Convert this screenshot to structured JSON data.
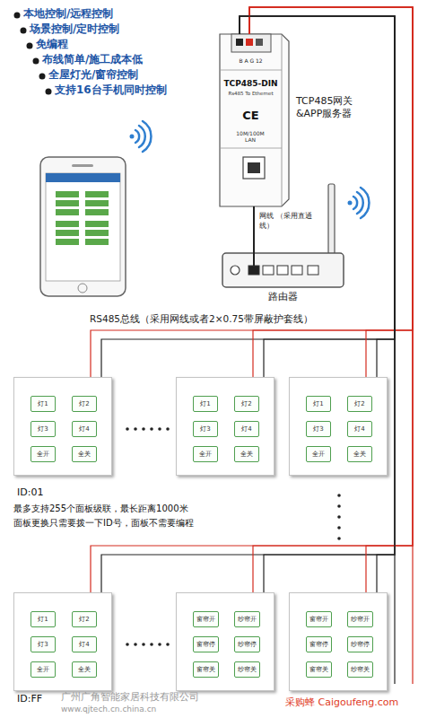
{
  "diagram": {
    "nodes": [
      {
        "text": [
          "B A G 12",
          "TCP485-DIN",
          "Rs485 To Ethernet",
          "CE",
          "10M/100M LAN",
          "TCP485网关 &APP服务器"
        ]
      },
      {
        "text": [
          "路由器"
        ]
      },
      {
        "text": [
          "ID:01"
        ]
      },
      {
        "text": [
          "灯1"
        ],
        "in": 2
      },
      {
        "text": [
          "灯2"
        ],
        "in": 2
      },
      {
        "text": [
          "灯3"
        ],
        "in": 2
      },
      {
        "text": [
          "灯4"
        ],
        "in": 2
      },
      {
        "text": [
          "全开"
        ],
        "in": 2
      },
      {
        "text": [
          "全关"
        ],
        "in": 2
      },
      {
        "text": []
      },
      {
        "text": [
          "灯1"
        ],
        "in": 9
      },
      {
        "text": [
          "灯2"
        ],
        "in": 9
      },
      {
        "text": [
          "灯3"
        ],
        "in": 9
      },
      {
        "text": [
          "灯4"
        ],
        "in": 9
      },
      {
        "text": [
          "全开"
        ],
        "in": 9
      },
      {
        "text": [
          "全关"
        ],
        "in": 9
      },
      {
        "text": []
      },
      {
        "text": [
          "灯1"
        ],
        "in": 16
      },
      {
        "text": [
          "灯2"
        ],
        "in": 16
      },
      {
        "text": [
          "灯3"
        ],
        "in": 16
      },
      {
        "text": [
          "灯4"
        ],
        "in": 16
      },
      {
        "text": [
          "全开"
        ],
        "in": 16
      },
      {
        "text": [
          "全关"
        ],
        "in": 16
      },
      {
        "text": [
          "ID:FF"
        ]
      },
      {
        "text": [
          "灯1"
        ],
        "in": 23
      },
      {
        "text": [
          "灯2"
        ],
        "in": 23
      },
      {
        "text": [
          "灯3"
        ],
        "in": 23
      },
      {
        "text": [
          "灯4"
        ],
        "in": 23
      },
      {
        "text": [
          "全开"
        ],
        "in": 23
      },
      {
        "text": [
          "全关"
        ],
        "in": 23
      },
      {
        "text": []
      },
      {
        "text": [
          "窗帘开"
        ],
        "in": 30
      },
      {
        "text": [
          "纱帘开"
        ],
        "in": 30
      },
      {
        "text": [
          "窗帘停"
        ],
        "in": 30
      },
      {
        "text": [
          "纱帘停"
        ],
        "in": 30
      },
      {
        "text": [
          "窗帘关"
        ],
        "in": 30
      },
      {
        "text": [
          "纱帘关"
        ],
        "in": 30
      },
      {
        "text": []
      },
      {
        "text": [
          "窗帘开"
        ],
        "in": 37
      },
      {
        "text": [
          "纱帘开"
        ],
        "in": 37
      },
      {
        "text": [
          "窗帘停"
        ],
        "in": 37
      },
      {
        "text": [
          "纱帘停"
        ],
        "in": 37
      },
      {
        "text": [
          "窗帘关"
        ],
        "in": 37
      },
      {
        "text": [
          "纱帘关"
        ],
        "in": 37
      }
    ],
    "edges": [
      {
        "from": 0,
        "to": 1,
        "label": "网线 （采用直通线）",
        "arrow": "none"
      },
      {
        "from": 0,
        "to": 2,
        "arrow": "none"
      },
      {
        "from": 0,
        "to": 9,
        "arrow": "none"
      },
      {
        "from": 0,
        "to": 16,
        "arrow": "none"
      },
      {
        "from": 0,
        "to": 23,
        "arrow": "none"
      },
      {
        "from": 0,
        "to": 30,
        "arrow": "none"
      },
      {
        "from": 0,
        "to": 37,
        "arrow": "none"
      }
    ],
    "labels": [
      "本地控制/远程控制",
      "场景控制/定时控制",
      "免编程",
      "布线简单/施工成本低",
      "全屋灯光/窗帘控制",
      "支持16台手机同时控制",
      "RS485总线（采用网线或者2×0.75带屏蔽护套线）",
      "最多支持255个面板级联，最长距离1000米",
      "面板更换只需要拨一下ID号，面板不需要编程",
      "广州广角智能家居科技有限公司",
      "www.qjtech.cn.china.cn",
      "采购蜂 Caigoufeng.com"
    ]
  }
}
